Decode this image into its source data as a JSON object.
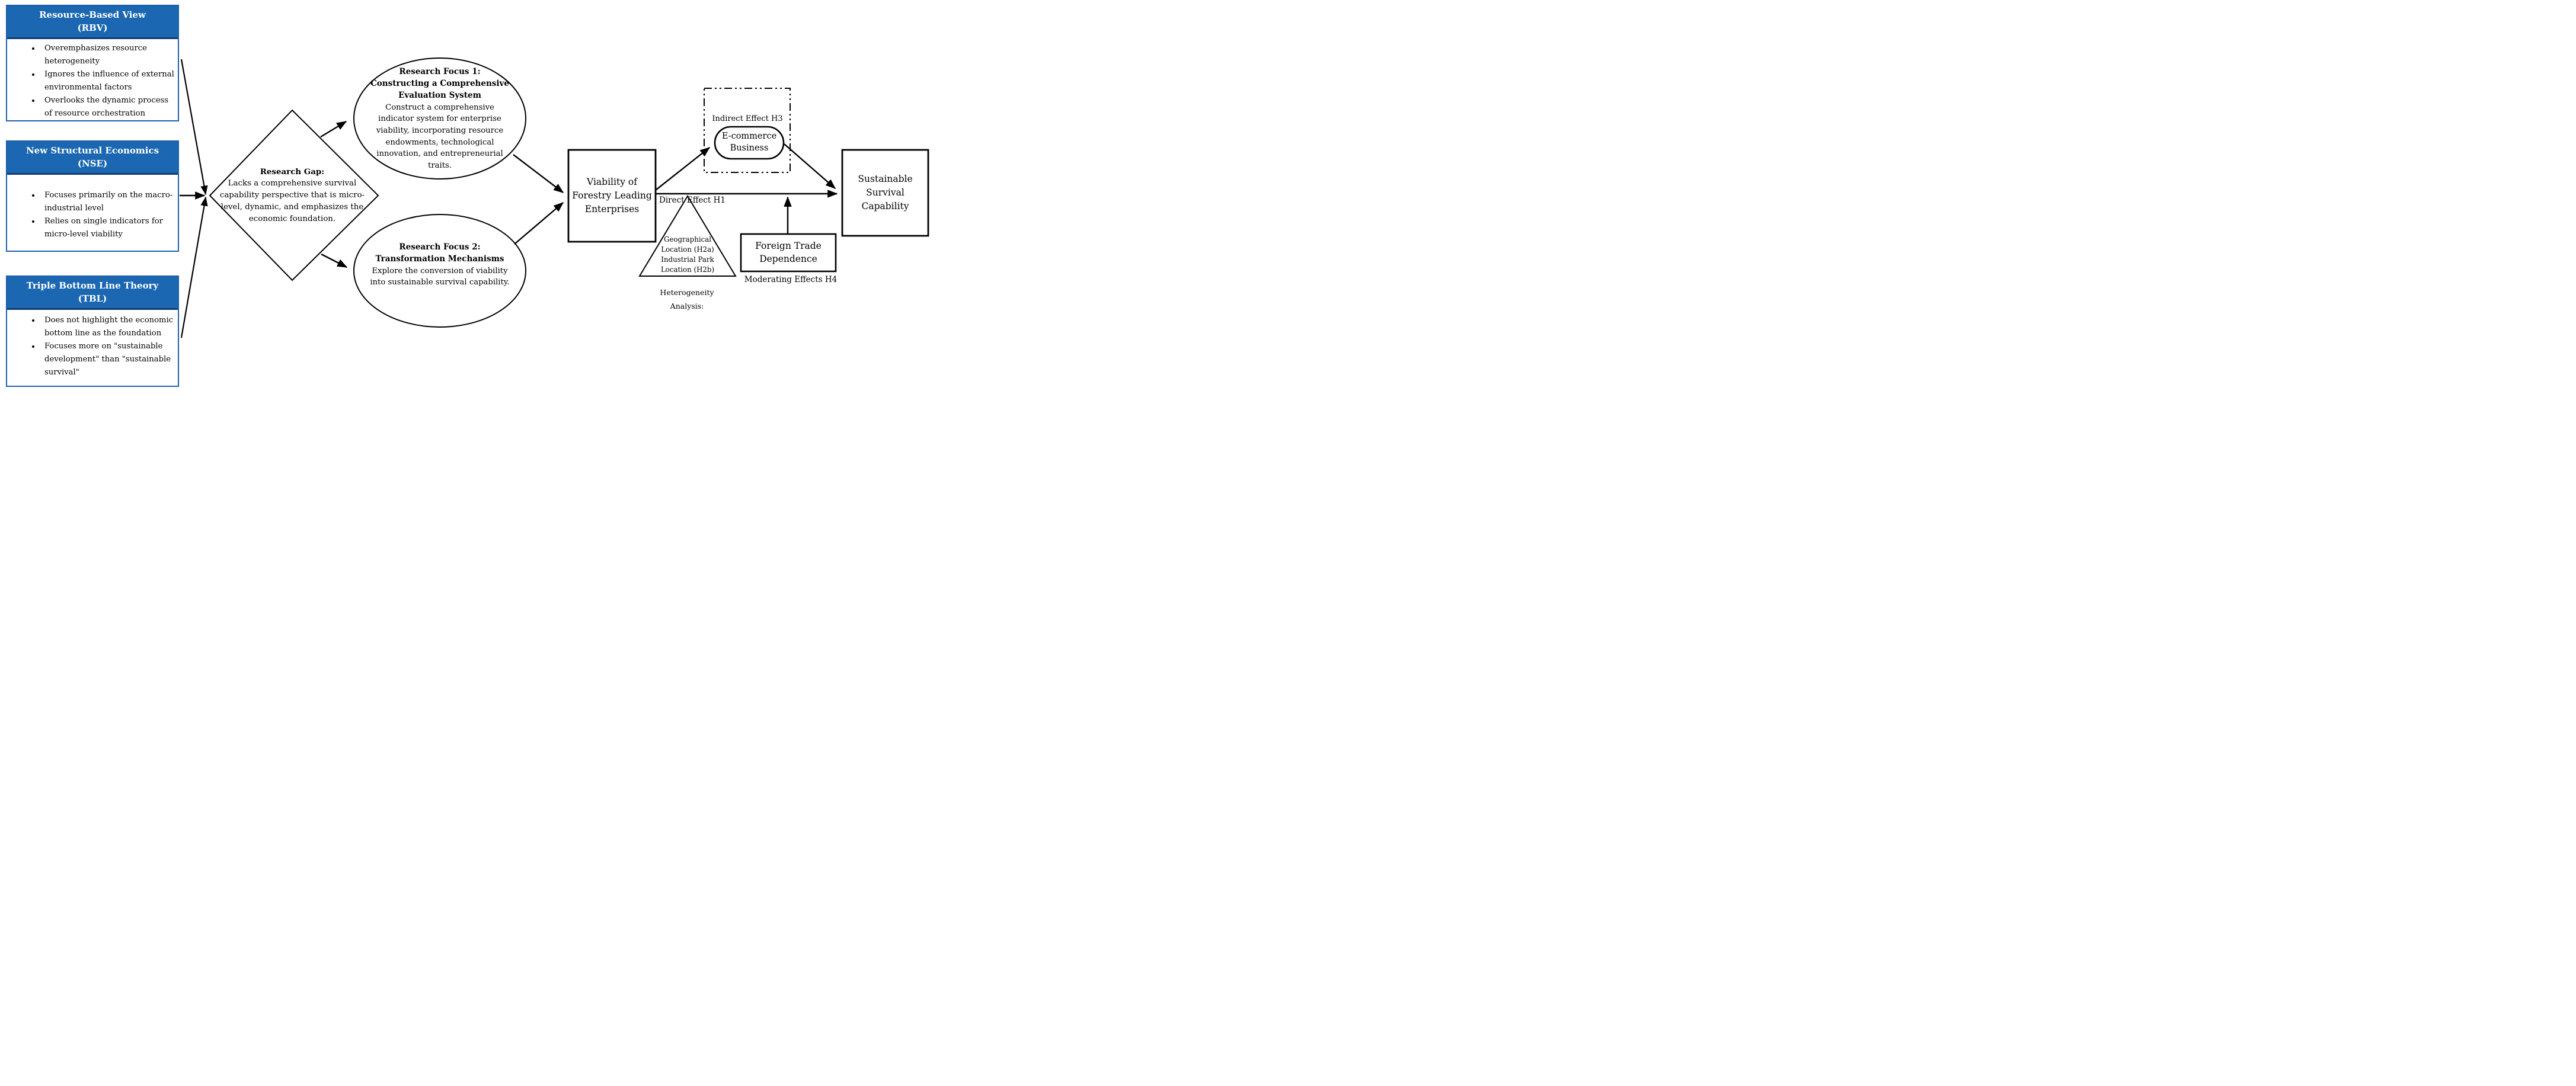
{
  "left_panel": {
    "boxes": [
      {
        "title1": "Resource-Based View",
        "title2": "(RBV)",
        "bullets": [
          "Overemphasizes resource heterogeneity",
          "Ignores the influence of external environmental factors",
          "Overlooks the dynamic process of resource orchestration"
        ]
      },
      {
        "title1": "New Structural Economics",
        "title2": "(NSE)",
        "bullets": [
          "Focuses primarily on the macro-industrial level",
          "Relies on single indicators for micro-level viability"
        ]
      },
      {
        "title1": "Triple Bottom Line Theory",
        "title2": "(TBL)",
        "bullets": [
          "Does not highlight the economic bottom line as the foundation",
          "Focuses more on \"sustainable development\" than \"sustainable survival\""
        ]
      }
    ]
  },
  "gap": {
    "title": "Research Gap:",
    "body": "Lacks a comprehensive survival capability perspective that is micro-level, dynamic, and emphasizes the economic foundation."
  },
  "focus1": {
    "title1": "Research Focus 1:",
    "title2": "Constructing a Comprehensive",
    "title3": "Evaluation System",
    "body": "Construct a comprehensive indicator system for enterprise viability, incorporating resource endowments, technological innovation, and entrepreneurial traits."
  },
  "focus2": {
    "title1": "Research Focus 2:",
    "title2": "Transformation Mechanisms",
    "body": "Explore the conversion of viability into sustainable survival capability."
  },
  "viability": {
    "label": "Viability of Forestry Leading Enterprises"
  },
  "direct": {
    "label": "Direct Effect H1"
  },
  "indirect": {
    "region_label": "Indirect Effect H3",
    "node_label": "E-commerce Business"
  },
  "sustainable": {
    "label": "Sustainable Survival Capability"
  },
  "moderation": {
    "box_label": "Foreign Trade Dependence",
    "caption": "Moderating Effects H4"
  },
  "triangle": {
    "label": "Geographical Location (H2a) Industrial Park Location (H2b)"
  },
  "heterogeneity": {
    "line1": "Heterogeneity",
    "line2": "Analysis:"
  },
  "colors": {
    "header_blue": "#1b67b1",
    "box_border_blue": "#1d5fa8",
    "header_divider_navy": "#0e3d72",
    "line_black": "#000000",
    "background": "#ffffff"
  }
}
